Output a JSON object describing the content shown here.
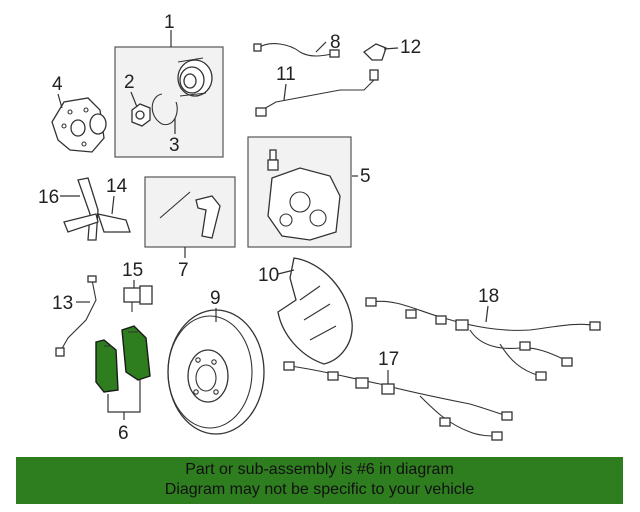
{
  "callouts": {
    "c1": "1",
    "c2": "2",
    "c3": "3",
    "c4": "4",
    "c5": "5",
    "c6": "6",
    "c7": "7",
    "c8": "8",
    "c9": "9",
    "c10": "10",
    "c11": "11",
    "c12": "12",
    "c13": "13",
    "c14": "14",
    "c15": "15",
    "c16": "16",
    "c17": "17",
    "c18": "18"
  },
  "banner": {
    "line1": "Part or sub-assembly is #6 in diagram",
    "line2": "Diagram may not be specific to your vehicle"
  },
  "colors": {
    "highlight": "#2e7d1f",
    "banner_bg": "#2e7d1f"
  }
}
